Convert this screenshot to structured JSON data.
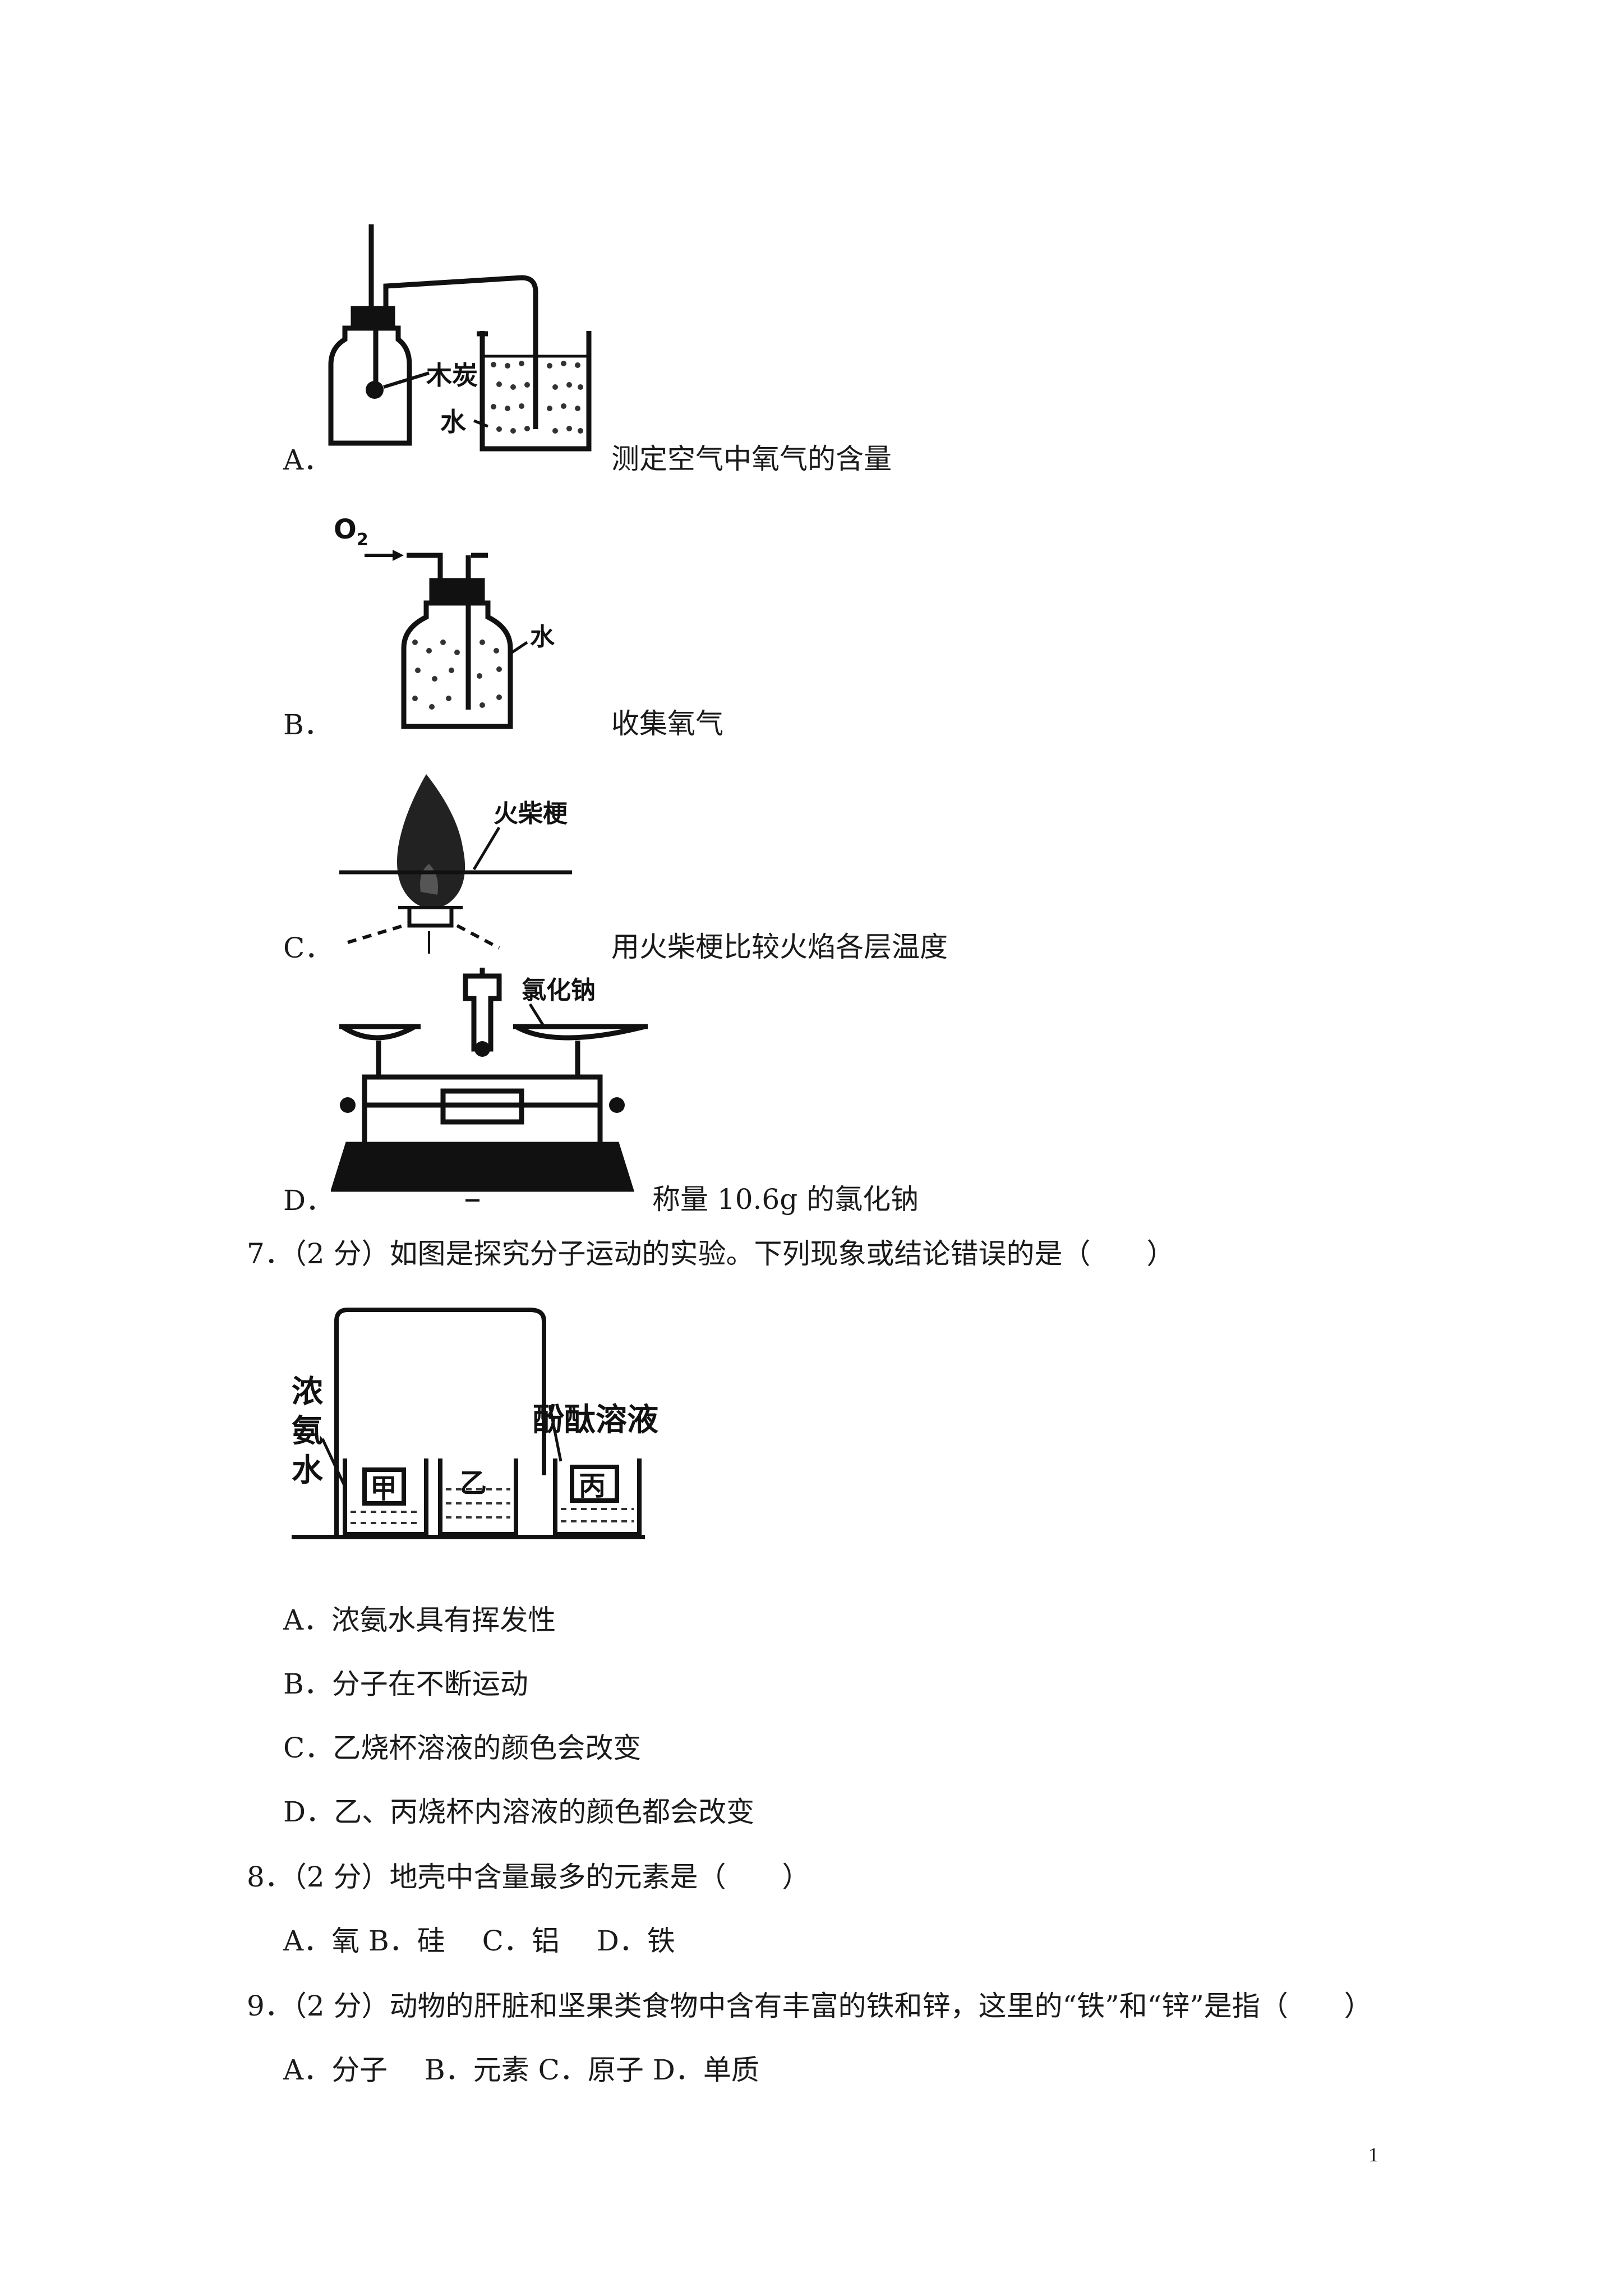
{
  "q6_options": [
    {
      "letter": "A．",
      "text": "测定空气中氧气的含量",
      "labels": {
        "charcoal": "木炭",
        "water": "水"
      }
    },
    {
      "letter": "B．",
      "text": "收集氧气",
      "labels": {
        "gas": "O",
        "gas_sub": "2",
        "water": "水"
      }
    },
    {
      "letter": "C．",
      "text": "用火柴梗比较火焰各层温度",
      "labels": {
        "match": "火柴梗"
      }
    },
    {
      "letter": "D．",
      "text": "称量 10.6g 的氯化钠",
      "labels": {
        "salt": "氯化钠"
      }
    }
  ],
  "q7": {
    "stem": "7．（2 分）如图是探究分子运动的实验。下列现象或结论错误的是（　　）",
    "figure_labels": {
      "ammonia_1": "浓",
      "ammonia_2": "氨",
      "ammonia_3": "水",
      "phenol": "酚酞溶液",
      "beaker_a": "甲",
      "beaker_b": "乙",
      "beaker_c": "丙"
    },
    "options": [
      "A．浓氨水具有挥发性",
      "B．分子在不断运动",
      "C．乙烧杯溶液的颜色会改变",
      "D．乙、丙烧杯内溶液的颜色都会改变"
    ]
  },
  "q8": {
    "stem": "8．（2 分）地壳中含量最多的元素是（　　）",
    "options": "A．氧 B．硅　 C．铝　 D．铁"
  },
  "q9": {
    "stem": "9．（2 分）动物的肝脏和坚果类食物中含有丰富的铁和锌，这里的“铁”和“锌”是指（　　）",
    "options": "A．分子　 B．元素 C．原子 D．单质"
  },
  "page_number": "1"
}
